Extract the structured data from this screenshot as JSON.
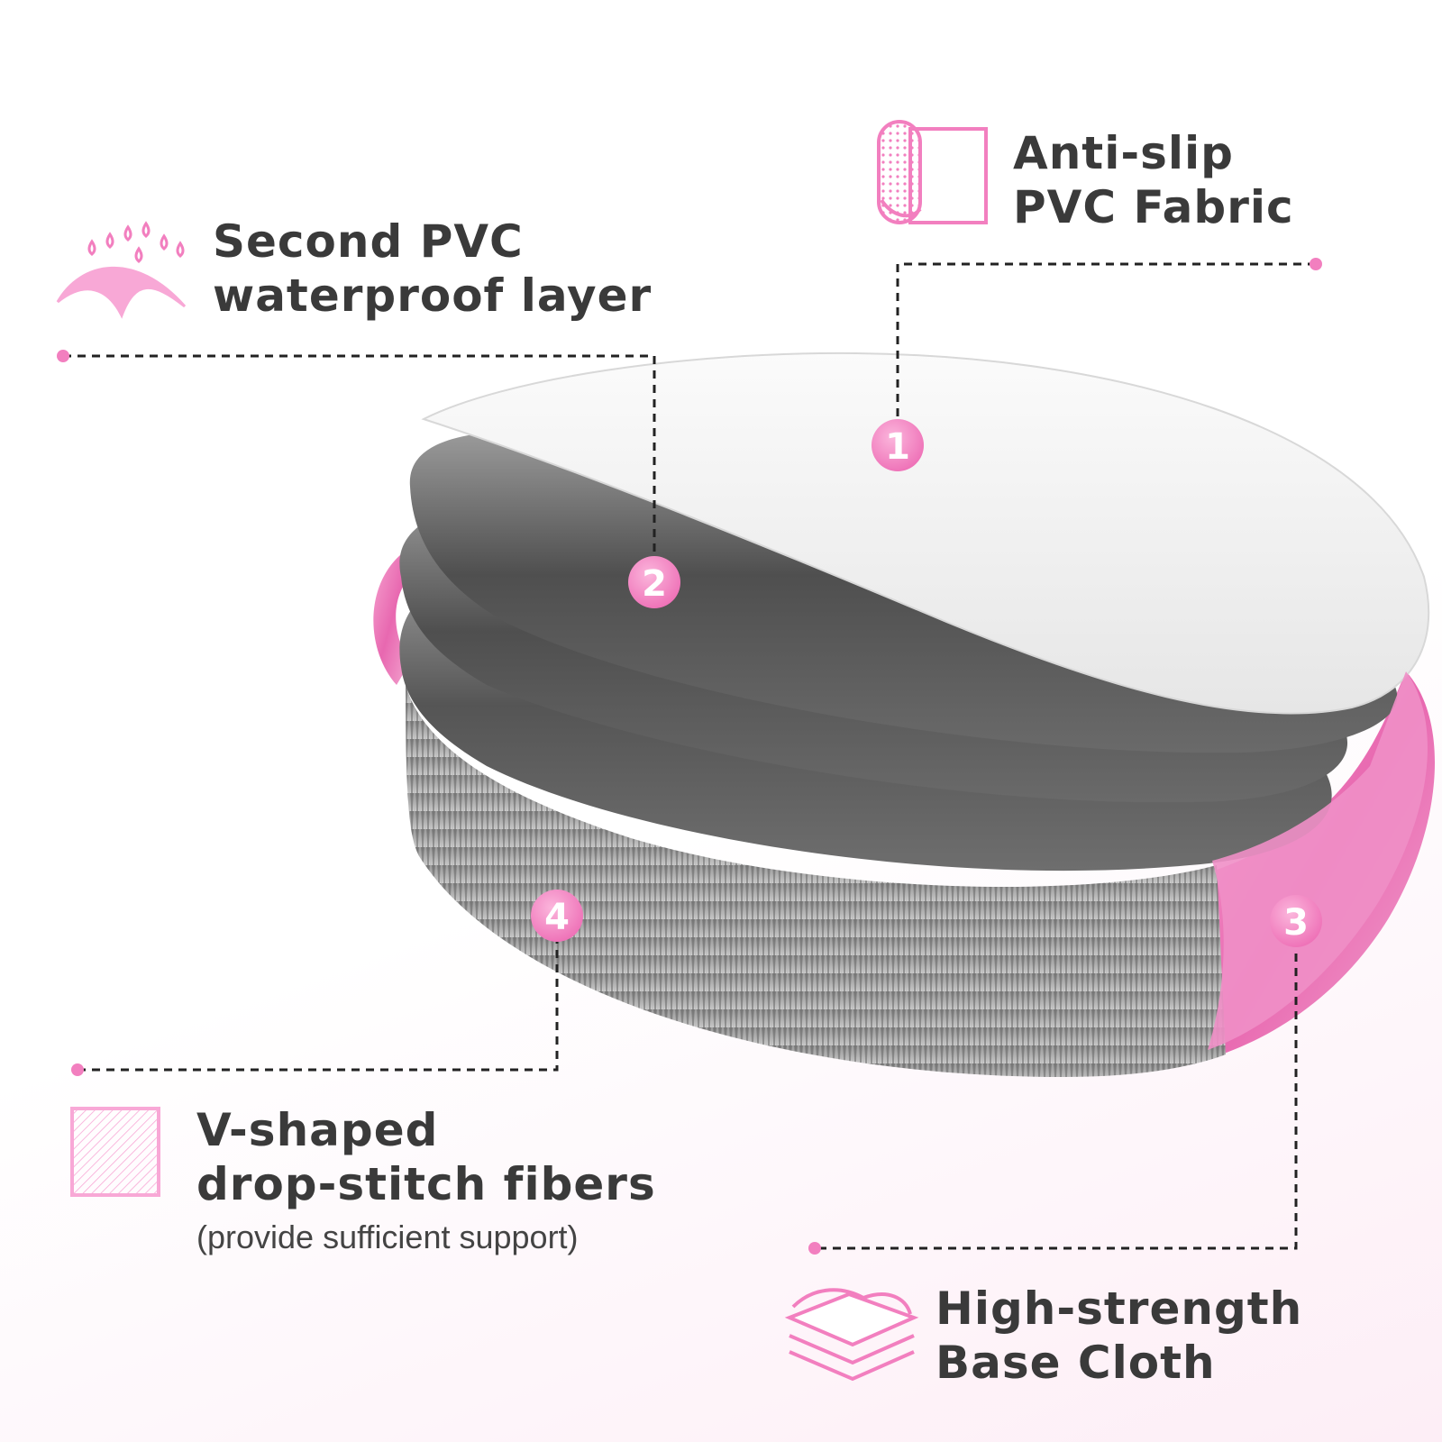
{
  "layers": [
    {
      "number": "1",
      "title_lines": [
        "Anti-slip",
        "PVC Fabric"
      ],
      "icon": "rolled-fabric-icon"
    },
    {
      "number": "2",
      "title_lines": [
        "Second PVC",
        "waterproof layer"
      ],
      "icon": "water-drops-icon"
    },
    {
      "number": "3",
      "title_lines": [
        "High-strength",
        "Base Cloth"
      ],
      "icon": "stacked-cloth-icon"
    },
    {
      "number": "4",
      "title_lines": [
        "V-shaped",
        "drop-stitch fibers"
      ],
      "subtitle": "(provide sufficient support)",
      "icon": "hatched-square-icon"
    }
  ],
  "colors": {
    "accent": "#f27fbf",
    "accent_light": "#f8a8d6",
    "text": "#3a3a3a",
    "pvc_top": "#f2f2f2",
    "pvc_dark": "#5a5a5a",
    "fiber": "#9a9a9a"
  }
}
